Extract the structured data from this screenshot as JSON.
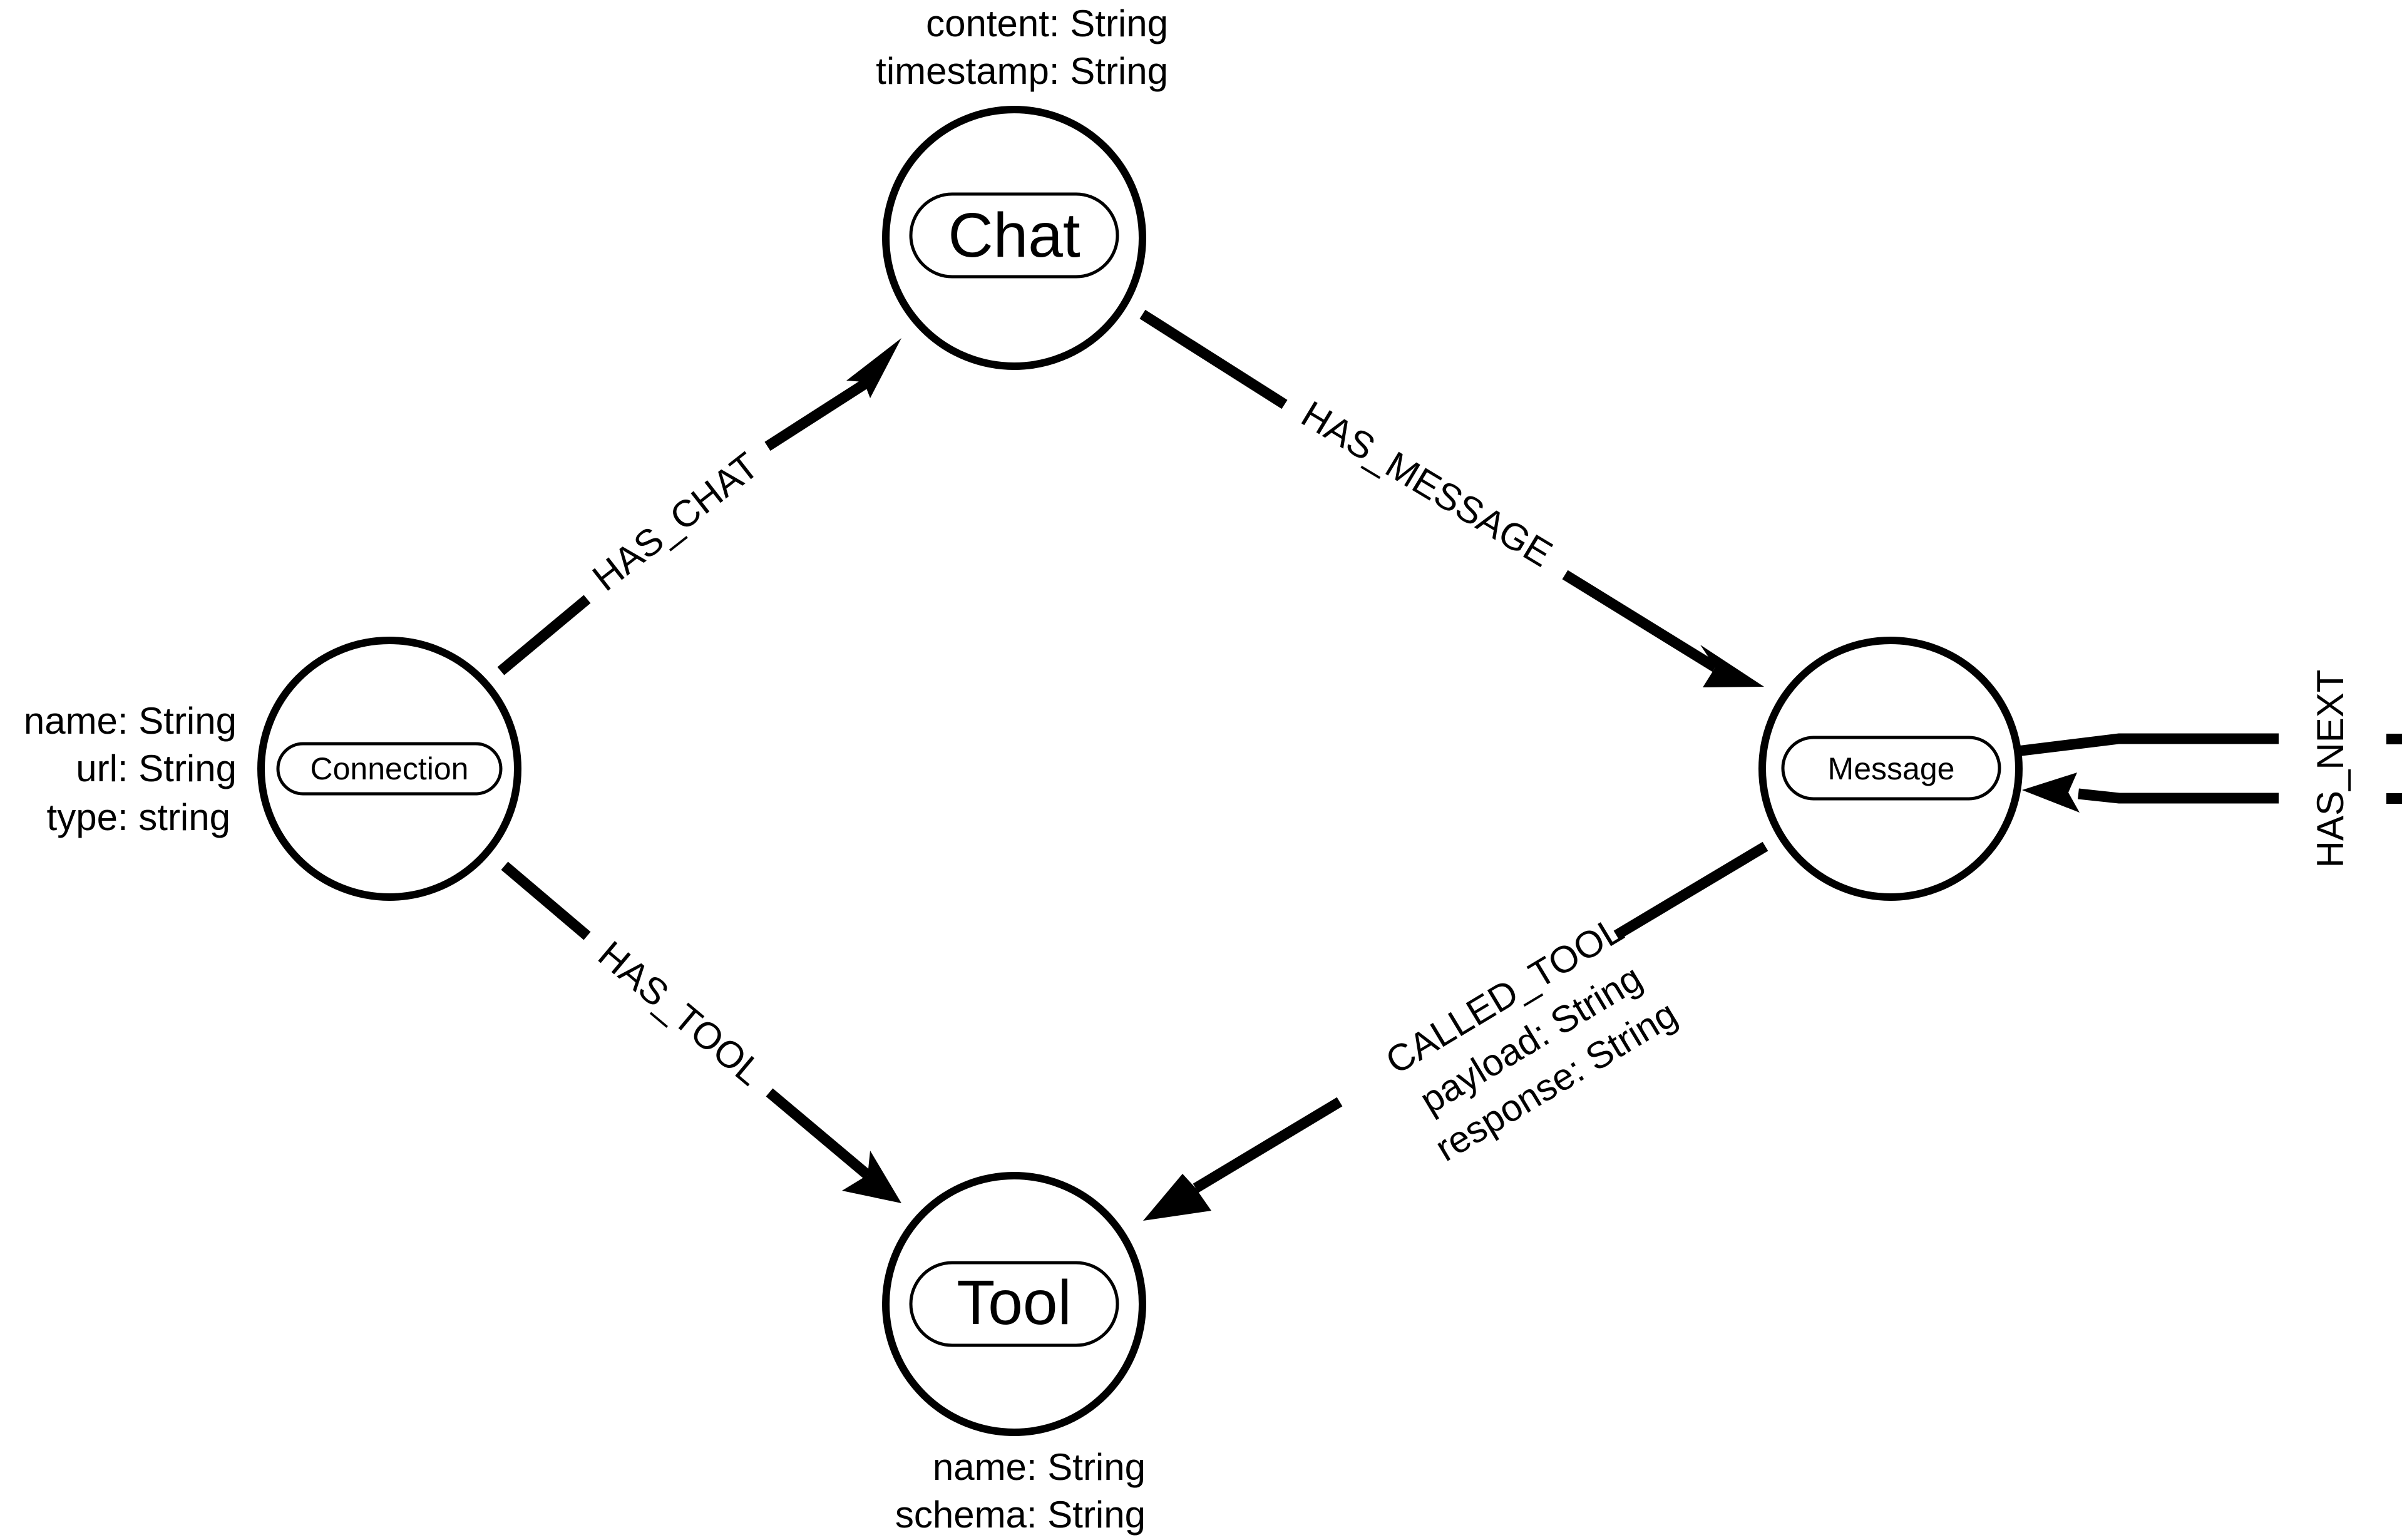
{
  "nodes": {
    "chat": {
      "label": "Chat",
      "properties": [
        "content: String",
        "timestamp: String"
      ]
    },
    "connection": {
      "label": "Connection",
      "properties": [
        "name: String",
        "url: String",
        "type: string"
      ]
    },
    "message": {
      "label": "Message",
      "properties": []
    },
    "tool": {
      "label": "Tool",
      "properties": [
        "name: String",
        "schema: String"
      ]
    }
  },
  "edges": {
    "has_chat": {
      "label": "HAS_CHAT"
    },
    "has_message": {
      "label": "HAS_MESSAGE"
    },
    "has_tool": {
      "label": "HAS_TOOL"
    },
    "called_tool": {
      "label": "CALLED_TOOL",
      "properties": [
        "payload: String",
        "response: String"
      ]
    },
    "has_next": {
      "label": "HAS_NEXT"
    }
  },
  "colors": {
    "stroke": "#000000",
    "background": "#ffffff"
  }
}
